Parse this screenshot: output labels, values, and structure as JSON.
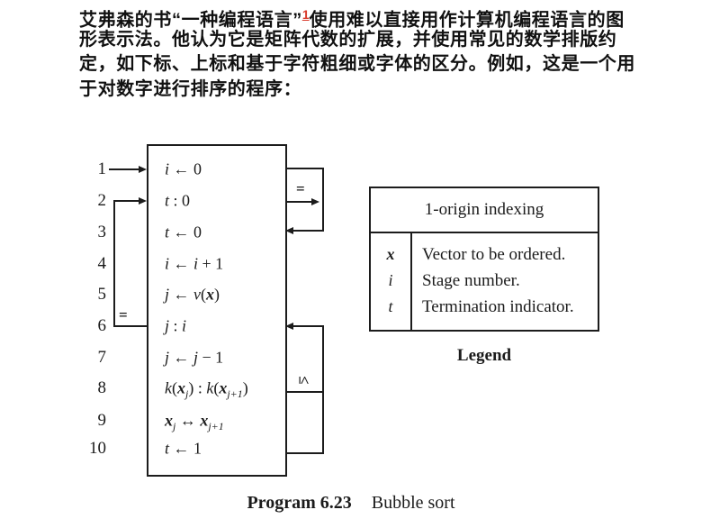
{
  "paragraph": {
    "lines": [
      {
        "before": "艾弗森的书“一种编程语言”",
        "sup": "1",
        "after": "使用难以直接用作计算机编程语言的图"
      },
      {
        "text": "形表示法。他认为它是矩阵代数的扩展，并使用常见的数学排版约"
      },
      {
        "text": "定，如下标、上标和基于字符粗细或字体的区分。例如，这是一个用"
      },
      {
        "text": "于对数字进行排序的程序："
      }
    ],
    "link_color": "#d8392a"
  },
  "diagram": {
    "line_numbers": [
      "1",
      "2",
      "3",
      "4",
      "5",
      "6",
      "7",
      "8",
      "9",
      "10"
    ],
    "statements": [
      [
        [
          "v",
          "i"
        ],
        [
          "t",
          " ← 0"
        ]
      ],
      [
        [
          "v",
          "t"
        ],
        [
          "t",
          " : 0"
        ]
      ],
      [
        [
          "v",
          "t"
        ],
        [
          "t",
          " ← 0"
        ]
      ],
      [
        [
          "v",
          "i"
        ],
        [
          "t",
          " ← "
        ],
        [
          "v",
          "i"
        ],
        [
          "t",
          " + 1"
        ]
      ],
      [
        [
          "v",
          "j"
        ],
        [
          "t",
          " ← "
        ],
        [
          "v",
          "v"
        ],
        [
          "t",
          "("
        ],
        [
          "b",
          "x"
        ],
        [
          "t",
          ")"
        ]
      ],
      [
        [
          "v",
          "j"
        ],
        [
          "t",
          " : "
        ],
        [
          "v",
          "i"
        ]
      ],
      [
        [
          "v",
          "j"
        ],
        [
          "t",
          " ← "
        ],
        [
          "v",
          "j"
        ],
        [
          "t",
          " − 1"
        ]
      ],
      [
        [
          "v",
          "k"
        ],
        [
          "t",
          "("
        ],
        [
          "b",
          "x"
        ],
        [
          "s",
          "j"
        ],
        [
          "t",
          ") : "
        ],
        [
          "v",
          "k"
        ],
        [
          "t",
          "("
        ],
        [
          "b",
          "x"
        ],
        [
          "s",
          "j+1"
        ],
        [
          "t",
          ")"
        ]
      ],
      [
        [
          "b",
          "x"
        ],
        [
          "s",
          "j"
        ],
        [
          "t",
          " ↔ "
        ],
        [
          "b",
          "x"
        ],
        [
          "s",
          "j+1"
        ]
      ],
      [
        [
          "v",
          "t"
        ],
        [
          "t",
          " ← 1"
        ]
      ]
    ],
    "branch_labels": {
      "left_eq": "=",
      "right_eq": "=",
      "right_le": "≤"
    },
    "legend": {
      "header": "1-origin indexing",
      "rows": [
        {
          "symbol": "x",
          "desc": "Vector to be ordered."
        },
        {
          "symbol": "i",
          "desc": "Stage number."
        },
        {
          "symbol": "t",
          "desc": "Termination indicator."
        }
      ],
      "label": "Legend"
    },
    "caption": {
      "bold": "Program 6.23",
      "text": "Bubble sort"
    }
  }
}
